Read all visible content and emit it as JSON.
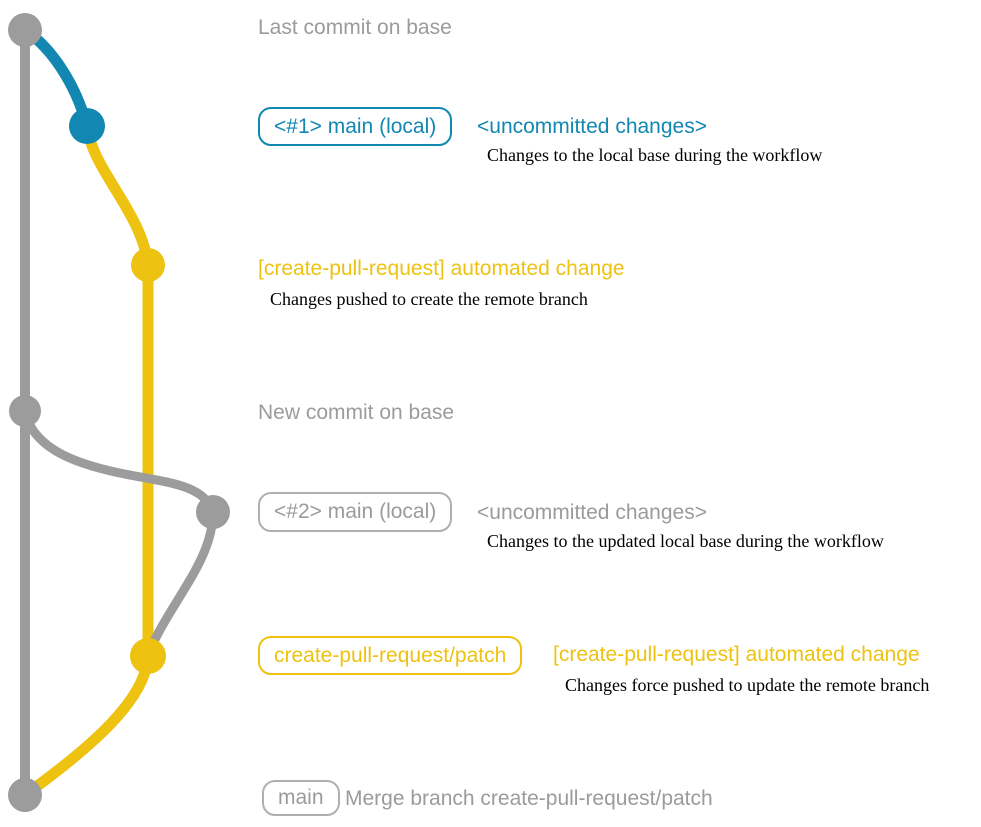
{
  "colors": {
    "base_branch": "#9c9c9c",
    "local_branch": "#1287b1",
    "patch_branch": "#eec211",
    "caption_text": "#000000",
    "muted_text": "#9b9b9b"
  },
  "graph": {
    "nodes": [
      {
        "id": "last-commit-on-base",
        "color": "#9c9c9c"
      },
      {
        "id": "local-uncommitted-1",
        "color": "#1287b1"
      },
      {
        "id": "automated-change-1",
        "color": "#eec211"
      },
      {
        "id": "new-commit-on-base",
        "color": "#9c9c9c"
      },
      {
        "id": "local-uncommitted-2",
        "color": "#9c9c9c"
      },
      {
        "id": "automated-change-2",
        "color": "#eec211"
      },
      {
        "id": "merge-commit",
        "color": "#9c9c9c"
      }
    ]
  },
  "annotations": {
    "last_commit": "Last commit on base",
    "step1": {
      "badge": "<#1> main (local)",
      "title": "<uncommitted changes>",
      "caption": "Changes to the local base during the workflow"
    },
    "step2": {
      "title": "[create-pull-request] automated change",
      "caption": "Changes pushed to create the remote branch"
    },
    "new_commit": "New commit on base",
    "step3": {
      "badge": "<#2> main (local)",
      "title": "<uncommitted changes>",
      "caption": "Changes to the updated local base during the workflow"
    },
    "step4": {
      "badge": "create-pull-request/patch",
      "title": "[create-pull-request] automated change",
      "caption": "Changes force pushed to update the remote branch"
    },
    "step5": {
      "badge": "main",
      "title": "Merge branch create-pull-request/patch"
    }
  }
}
